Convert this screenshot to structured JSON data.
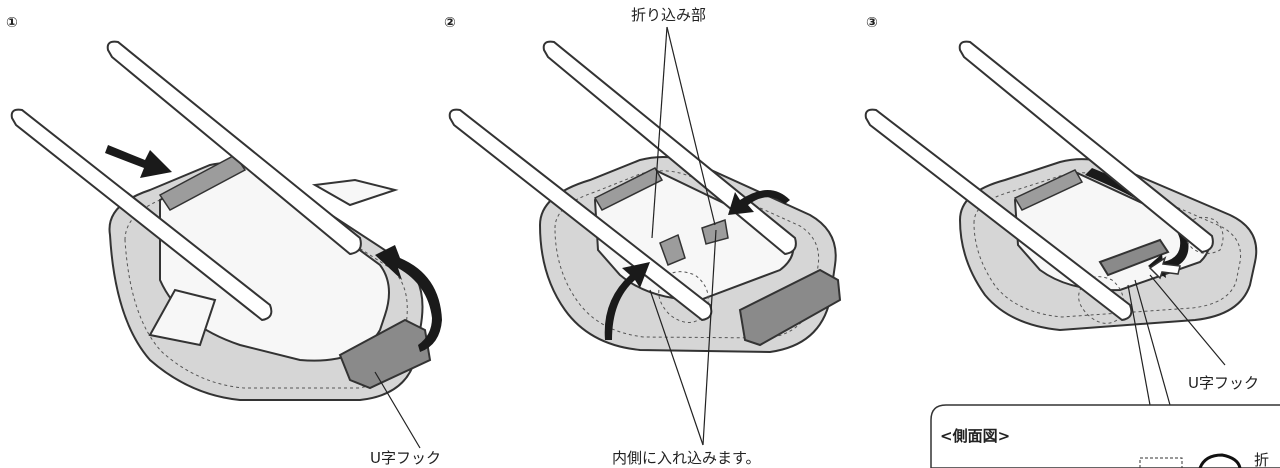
{
  "steps": {
    "step1": "①",
    "step2": "②",
    "step3": "③"
  },
  "panel1": {
    "hook_label": "U字フック"
  },
  "panel2": {
    "fold_label": "折り込み部",
    "tuck_label": "内側に入れ込みます。"
  },
  "panel3": {
    "hook_label": "U字フック",
    "side_view_title": "<側面図>",
    "side_view_partial_label": "折"
  }
}
